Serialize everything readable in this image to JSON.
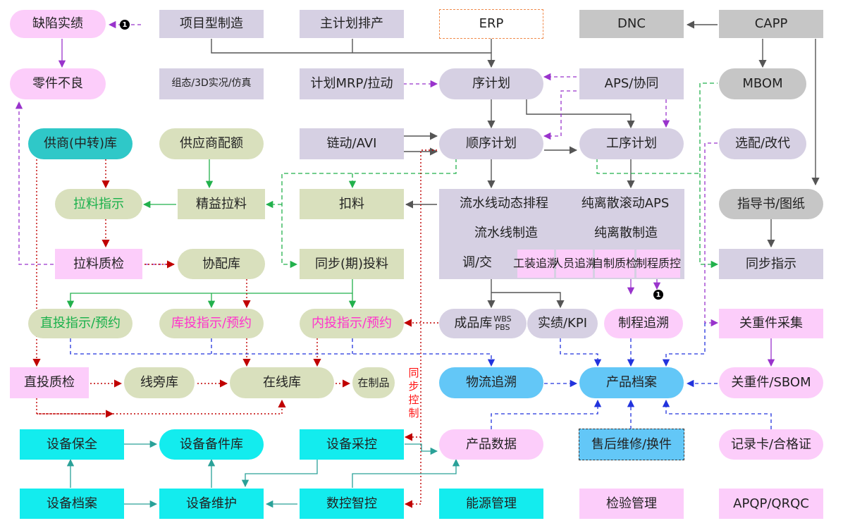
{
  "nodes": {
    "defect_record": "缺陷实绩",
    "project_mfg": "项目型制造",
    "master_plan": "主计划排产",
    "erp": "ERP",
    "dnc": "DNC",
    "capp": "CAPP",
    "part_defect": "零件不良",
    "config_3d": "组态/3D实况/仿真",
    "mrp_pull": "计划MRP/拉动",
    "seq_plan": "序计划",
    "aps_collab": "APS/协同",
    "mbom": "MBOM",
    "supplier_store": "供商(中转)库",
    "supplier_quota": "供应商配额",
    "chain_avi": "链动/AVI",
    "sequence_plan": "顺序计划",
    "process_plan": "工序计划",
    "option_change": "选配/改代",
    "pull_instruction": "拉料指示",
    "lean_pull": "精益拉料",
    "deduct_material": "扣料",
    "flowline_dynamic": "流水线动态排程",
    "discrete_rolling": "纯离散滚动APS",
    "flowline_mfg": "流水线制造",
    "discrete_mfg": "纯离散制造",
    "adjust_handover": "调/交",
    "tooling_trace": "工装追溯",
    "staff_trace": "人员追溯",
    "self_check": "自制质检",
    "process_qc": "制程质控",
    "guide_drawing": "指导书/图纸",
    "pull_qc": "拉料质检",
    "coop_store": "协配库",
    "sync_feed": "同步(期)投料",
    "sync_instruction": "同步指示",
    "direct_instruction": "直投指示/预约",
    "store_instruction": "库投指示/预约",
    "inner_instruction": "内投指示/预约",
    "finished_store": "成品库",
    "finished_store_sub1": "WBS",
    "finished_store_sub2": "PBS",
    "result_kpi": "实绩/KPI",
    "process_trace": "制程追溯",
    "key_part_collect": "关重件采集",
    "direct_qc": "直投质检",
    "lineside_store": "线旁库",
    "online_store": "在线库",
    "wip": "在制品",
    "sync_control": "同步控制",
    "logistics_trace": "物流追溯",
    "product_archive": "产品档案",
    "key_part_sbom": "关重件/SBOM",
    "equip_maint_safety": "设备保全",
    "equip_spare": "设备备件库",
    "equip_collect": "设备采控",
    "product_data": "产品数据",
    "after_sales": "售后维修/换件",
    "record_card": "记录卡/合格证",
    "equip_archive": "设备档案",
    "equip_repair": "设备维护",
    "nc_control": "数控智控",
    "energy_mgmt": "能源管理",
    "inspection_mgmt": "检验管理",
    "apqp": "APQP/QRQC"
  },
  "badges": {
    "one": "1",
    "two": "1"
  },
  "colors": {
    "gray_arrow": "#555555",
    "purple_dashed": "#9933cc",
    "green": "#22b14c",
    "red_dotted": "#c00000",
    "blue_dashed": "#2233dd",
    "teal_solid": "#2aa198"
  }
}
